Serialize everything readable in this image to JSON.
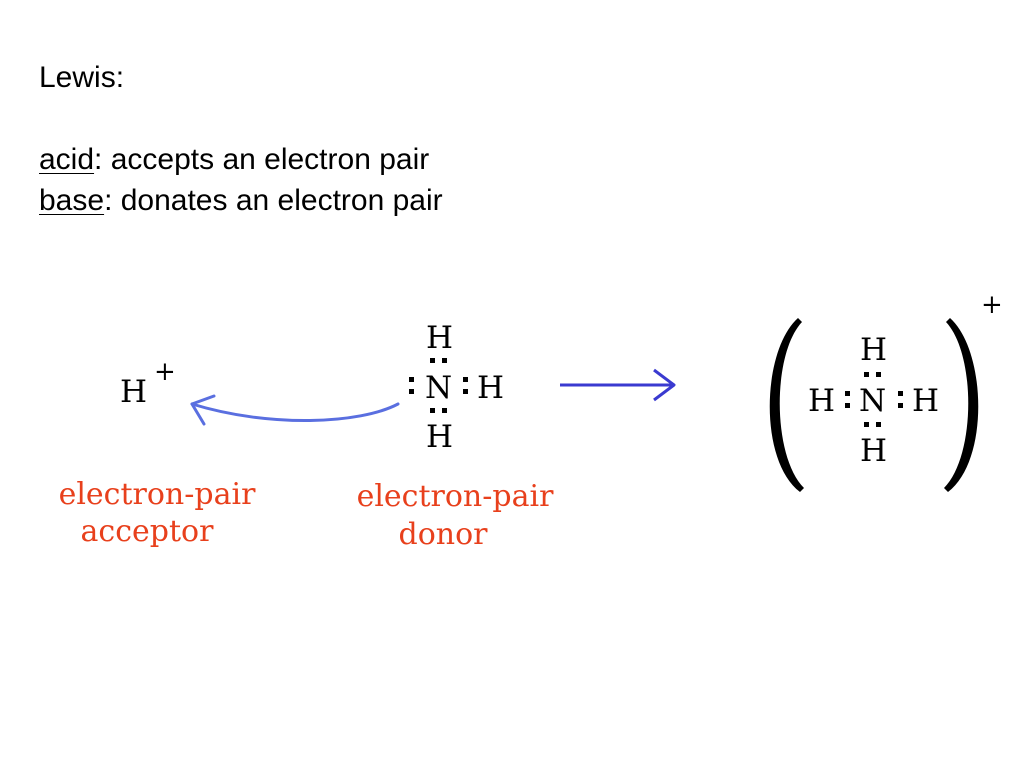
{
  "heading": "Lewis:",
  "definitions": {
    "acid_term": "acid",
    "acid_desc": ": accepts an electron pair",
    "base_term": "base",
    "base_desc": ": donates an electron pair"
  },
  "reactants": {
    "proton_symbol": "H",
    "proton_charge": "+",
    "ammonia_center": "N",
    "ammonia_hydrogen": "H"
  },
  "product": {
    "center": "N",
    "hydrogen": "H",
    "charge": "+"
  },
  "labels": {
    "acceptor_line1": "electron-pair",
    "acceptor_line2": "acceptor",
    "donor_line1": "electron-pair",
    "donor_line2": "donor"
  },
  "colors": {
    "label_red": "#e8401c",
    "arrow_blue": "#3a3ad0",
    "curve_arrow_blue": "#5a6fe0"
  }
}
